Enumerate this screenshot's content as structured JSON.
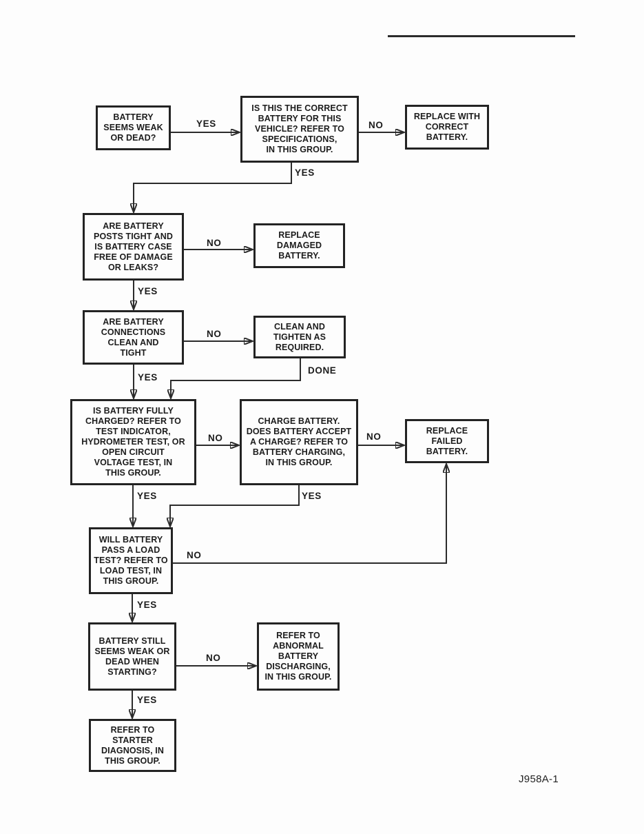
{
  "figure": {
    "code": "J958A-1"
  },
  "colors": {
    "ink": "#1c1c1c",
    "line": "#2b2b2b",
    "paper": "#fdfdfd"
  },
  "labels": {
    "yes": "YES",
    "no": "NO",
    "done": "DONE"
  },
  "nodes": {
    "battery_weak": {
      "text": "BATTERY\nSEEMS WEAK\nOR DEAD?"
    },
    "correct_battery": {
      "text": "IS THIS THE CORRECT\nBATTERY FOR THIS\nVEHICLE? REFER TO\nSPECIFICATIONS,\nIN THIS GROUP."
    },
    "replace_correct": {
      "text": "REPLACE WITH\nCORRECT\nBATTERY."
    },
    "posts_tight": {
      "text": "ARE BATTERY\nPOSTS TIGHT AND\nIS BATTERY CASE\nFREE OF DAMAGE\nOR LEAKS?"
    },
    "replace_damaged": {
      "text": "REPLACE\nDAMAGED\nBATTERY."
    },
    "connections_clean": {
      "text": "ARE BATTERY\nCONNECTIONS\nCLEAN AND\nTIGHT"
    },
    "clean_tighten": {
      "text": "CLEAN AND\nTIGHTEN AS\nREQUIRED."
    },
    "fully_charged": {
      "text": "IS BATTERY FULLY\nCHARGED? REFER TO\nTEST INDICATOR,\nHYDROMETER TEST, OR\nOPEN CIRCUIT\nVOLTAGE TEST, IN\nTHIS GROUP."
    },
    "charge_battery": {
      "text": "CHARGE BATTERY.\nDOES BATTERY ACCEPT\nA CHARGE? REFER TO\nBATTERY CHARGING,\nIN THIS GROUP."
    },
    "replace_failed": {
      "text": "REPLACE\nFAILED\nBATTERY."
    },
    "load_test": {
      "text": "WILL BATTERY\nPASS A LOAD\nTEST? REFER TO\nLOAD TEST, IN\nTHIS GROUP."
    },
    "still_weak": {
      "text": "BATTERY STILL\nSEEMS WEAK OR\nDEAD WHEN\nSTARTING?"
    },
    "abnormal_discharging": {
      "text": "REFER TO\nABNORMAL\nBATTERY\nDISCHARGING,\nIN THIS GROUP."
    },
    "starter_diagnosis": {
      "text": "REFER TO\nSTARTER\nDIAGNOSIS, IN\nTHIS GROUP."
    }
  }
}
